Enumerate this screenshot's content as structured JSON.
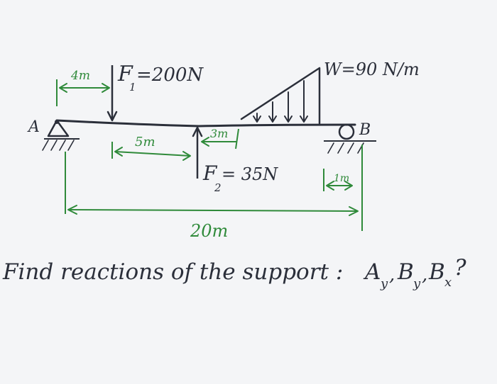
{
  "labels": {
    "point_a": "A",
    "point_b": "B",
    "dim_a_to_f1": "4m",
    "force_f1": "F",
    "force_f1_sub": "1",
    "force_f1_value": "=200N",
    "load_w": "W=90 N/m",
    "dim_5m": "5m",
    "dim_3m": "3m",
    "force_f2": "F",
    "force_f2_sub": "2",
    "force_f2_value": "= 35N",
    "dim_1m": "1m",
    "dim_total": "20m"
  },
  "question": {
    "prefix": "Find reactions of the support :",
    "ay": "A",
    "ay_sub": "y",
    "by": "B",
    "by_sub": "y",
    "bx": "B",
    "bx_sub": "x",
    "suffix": "?"
  },
  "colors": {
    "ink": "#2b2f3a",
    "green": "#2f8a3a",
    "paper": "#f4f5f7"
  }
}
